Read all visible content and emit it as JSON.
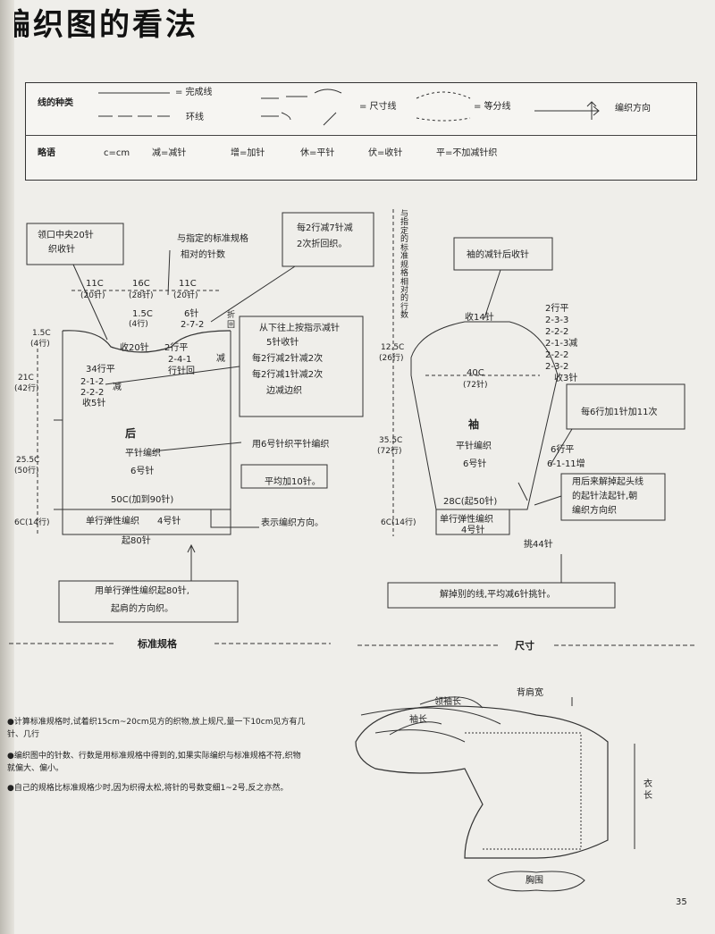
{
  "title": "编织图的看法",
  "legend": {
    "line_types_label": "线的种类",
    "finished_line": "= 完成线",
    "ring_line": "环线",
    "size_line": "= 尺寸线",
    "equal_line": "= 等分线",
    "knit_direction": "编织方向",
    "abbr_label": "略语",
    "abbr": [
      "c=cm",
      "减=减针",
      "增=加针",
      "休=平针",
      "伏=收针",
      "平=不加减针织"
    ]
  },
  "back": {
    "callout_neck": [
      "领口中央20针",
      "织收针"
    ],
    "callout_standard": [
      "与指定的标准规格",
      "相对的针数"
    ],
    "callout_decrease": [
      "每2行减7针减",
      "2次折回织。"
    ],
    "callout_shoulder": [
      "从下往上按指示减针",
      "5针收针",
      "每2行减2针减2次",
      "每2行减1针减2次",
      "边减边织"
    ],
    "top_dims": [
      "11C",
      "(20针)",
      "16C",
      "(28针)",
      "11C",
      "(20针)"
    ],
    "neck": [
      "1.5C",
      "(4行)",
      "6针",
      "2-7-2",
      "折回"
    ],
    "neck_bind": "收20针",
    "neck_rows": [
      "2行平",
      "2-4-1",
      "行针回"
    ],
    "dec_word": "减",
    "armhole": [
      "34行平",
      "2-1-2",
      "2-2-2",
      "收5针"
    ],
    "arm_dec": "减",
    "left_dims": [
      "1.5C",
      "(4行)",
      "21C",
      "(42行)",
      "25.5C",
      "(50行)",
      "6C(14行)"
    ],
    "name": "后",
    "stitch": [
      "平针编织",
      "6号针"
    ],
    "needle_note": "用6号针织平针编织",
    "increase_note": "平均加10针。",
    "width": "50C(加到90针)",
    "rib": [
      "单行弹性编织",
      "4号针"
    ],
    "cast_on": "起80针",
    "direction_note": "表示编织方向。",
    "bottom_note": [
      "用单行弹性编织起80针,",
      "起肩的方向织。"
    ]
  },
  "sleeve": {
    "vertical_note": "与指定的标准规格相对的行数",
    "callout_top": "袖的减针后收针",
    "top_bind": "收14针",
    "cap_rows": [
      "2行平",
      "2-3-3",
      "2-2-2",
      "2-1-3减",
      "2-2-2",
      "2-3-2",
      "收3针"
    ],
    "left_dims": [
      "12.5C",
      "(26行)",
      "35.5C",
      "(72行)",
      "6C(14行)"
    ],
    "width_top": [
      "40C",
      "(72针)"
    ],
    "name": "袖",
    "stitch": [
      "平针编织",
      "6号针"
    ],
    "callout_increase": "每6行加1针加11次",
    "side_inc": [
      "6行平",
      "6-1-11增"
    ],
    "callout_cast": [
      "用后来解掉起头线",
      "的起针法起针,朝",
      "编织方向织"
    ],
    "bottom_width": "28C(起50针)",
    "rib": [
      "单行弹性编织",
      "4号针"
    ],
    "pickup": "挑44针",
    "bottom_note": "解掉别的线,平均减6针挑针。"
  },
  "standard_section": {
    "heading": "标准规格",
    "notes": [
      "●计算标准规格时,试着织15cm~20cm见方的织物,放上规尺,量一下10cm见方有几针、几行",
      "●编织图中的针数、行数是用标准规格中得到的,如果实际编织与标准规格不符,织物就偏大、偏小。",
      "●自己的规格比标准规格少时,因为织得太松,将针的号数变细1~2号,反之亦然。"
    ]
  },
  "size_section": {
    "heading": "尺寸",
    "labels": [
      "背肩宽",
      "领袖长",
      "袖长",
      "衣长",
      "胸围"
    ]
  },
  "page_number": "35"
}
